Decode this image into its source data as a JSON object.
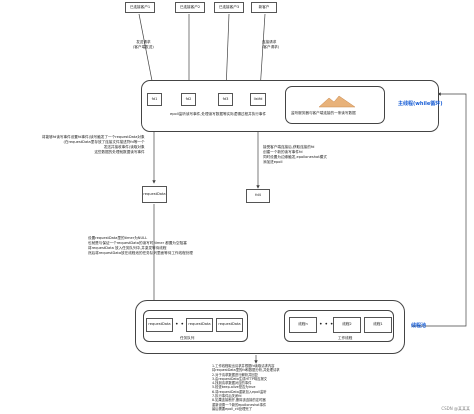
{
  "clients": [
    "已连接客户1",
    "已连接客户2",
    "已连接客户3",
    "新客户"
  ],
  "annotations": {
    "send_request": [
      "发送请求",
      "(客户端发送)"
    ],
    "connect_request": [
      "连接请求",
      "(客户请求)"
    ],
    "epoll_caption": "epoll监听读写事件,处理读写数据等实际逻辑过程并执行事件",
    "thread_pool_caption": "主线程(while循环)",
    "worker_pool_title": "线程池"
  },
  "fds": [
    "fd1",
    "fd2",
    "fd3",
    "listfd"
  ],
  "listen_note": "监听服务器与客户端连接的一条读写数据",
  "main_thread_label": "主线程(while循环)",
  "left_steps": [
    "将能够fd读写事件设置fd事件(读写触发了一个requestData对象",
    "(在requestData里存放了连接文件描述符fd等一个",
    "发送并接收事件)读取对象",
    "这些数据的处理就数据读写事件"
  ],
  "right_steps": [
    "接受客户端连接后,获取连接的fd",
    "创建一个新的读写事件fd",
    "同时设置为边缘触发,epolloneshot模式",
    "添加进epoll"
  ],
  "request_data_label": "requestData",
  "fd4_label": "fd4",
  "middle_steps": [
    "设置requestData里的timer为NULL",
    "也就是与保证一个requestData的读写时 timer 都置为空阻塞",
    "将requestData 放入任务队列中,并激发等待线程",
    "然后将requestData放在线程池的任务队列里面等待工作线程处理"
  ],
  "queue_items": [
    "requestData",
    "requestData",
    "requestData"
  ],
  "queue_title": "任务队列",
  "worker_items": [
    "线程n",
    "线程2",
    "线程1"
  ],
  "worker_title": "工作线程",
  "thread_pool_label": "线程池",
  "bottom_steps": [
    "1.工作线程取出请求并根据fd读取请求内容",
    "将requestData里的fd和数据分析,并处理请求",
    "2.对于请求数据进行解析并回复",
    "3.由requestData生成HTTP响应报文",
    "4.找到请求数据对应的事件",
    "5.检查keep-alive是否为true",
    "6.将requestData重新加入epoll监听",
    "7.执行事件后关闭fd",
    "8.如果连接断开,删除该连接的定时器",
    "重新设置一个新的epolloneshot事件",
    "最后需要epoll_ctl处理完了"
  ],
  "watermark": "CSDN @某某某"
}
